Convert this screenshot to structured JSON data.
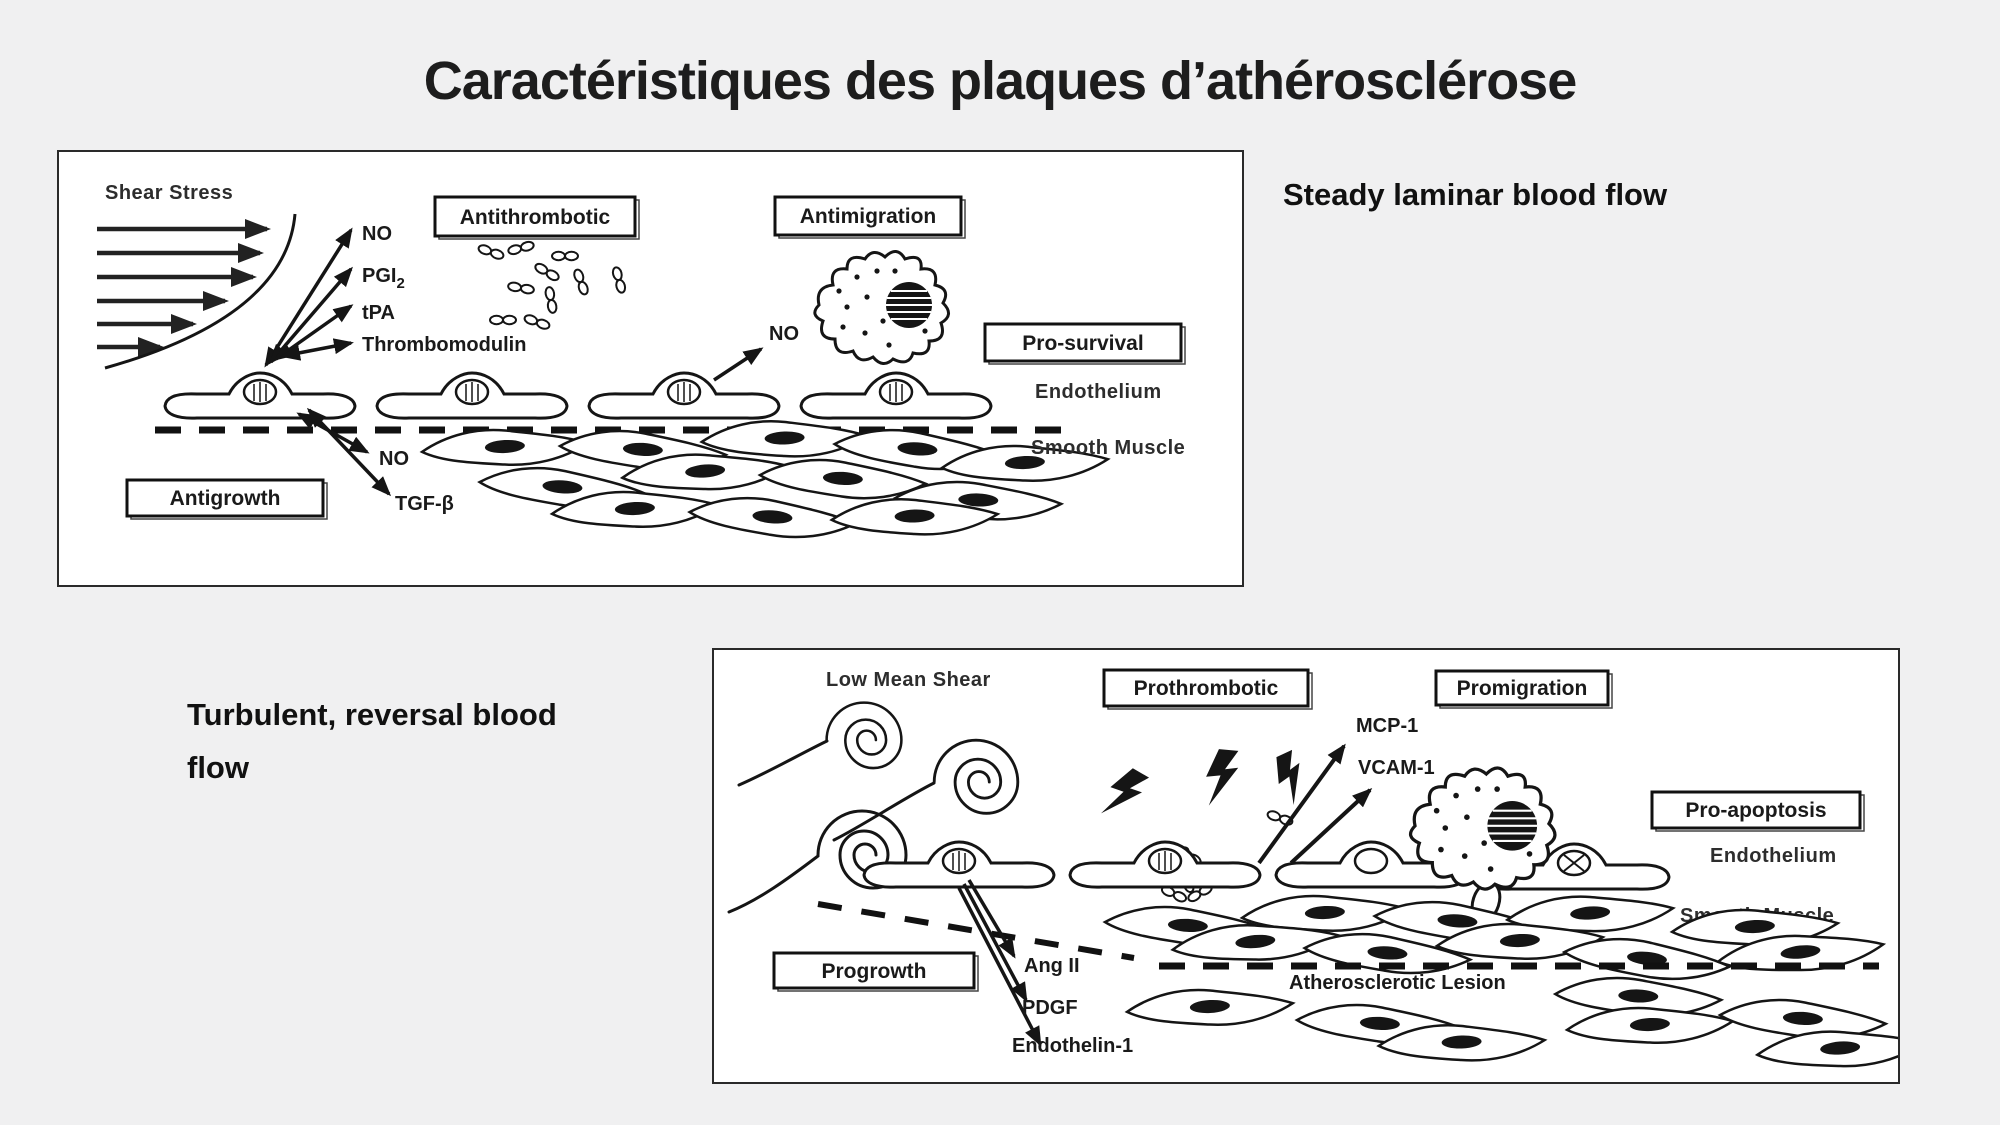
{
  "slide": {
    "title": "Caractéristiques des plaques d’athérosclérose",
    "captions": {
      "steady": "Steady laminar blood flow",
      "turbulent": "Turbulent, reversal blood flow"
    },
    "colors": {
      "background": "#f0f0f1",
      "panel": "#ffffff",
      "ink": "#1a1a1a"
    }
  },
  "steady_figure": {
    "shear_stress": "Shear Stress",
    "no_mediator": "NO",
    "pgi_base": "PGI",
    "pgi_sub": "2",
    "tpa": "tPA",
    "thrombomodulin": "Thrombomodulin",
    "antithrombotic": "Antithrombotic",
    "antimigration": "Antimigration",
    "no_monocyte": "NO",
    "pro_survival": "Pro-survival",
    "endothelium": "Endothelium",
    "smooth_muscle": "Smooth Muscle",
    "antigrowth": "Antigrowth",
    "no_subendothelial": "NO",
    "tgf_beta": "TGF-β"
  },
  "turbulent_figure": {
    "low_mean_shear": "Low Mean Shear",
    "prothrombotic": "Prothrombotic",
    "promigration": "Promigration",
    "mcp1": "MCP-1",
    "vcam1": "VCAM-1",
    "pro_apoptosis": "Pro-apoptosis",
    "endothelium": "Endothelium",
    "smooth_muscle": "Smooth Muscle",
    "progrowth": "Progrowth",
    "ang_ii": "Ang II",
    "pdgf": "PDGF",
    "endothelin1": "Endothelin-1",
    "atherosclerotic_lesion": "Atherosclerotic Lesion"
  }
}
